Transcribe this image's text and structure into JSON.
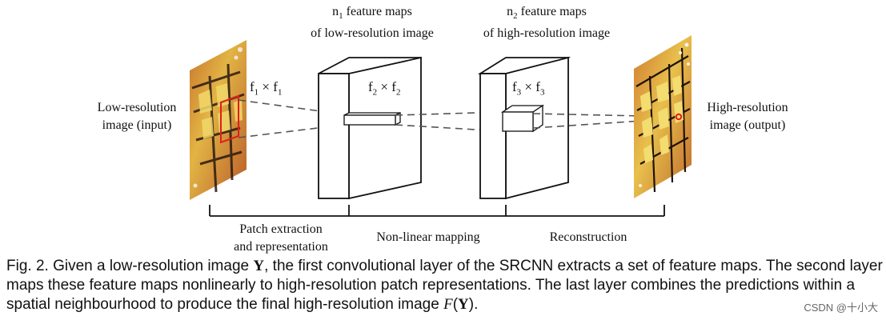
{
  "diagram": {
    "top_labels": {
      "n1": "n",
      "n1_sub": "1",
      "n1_text": " feature maps",
      "n1_line2": "of low-resolution image",
      "n2": "n",
      "n2_sub": "2",
      "n2_text": " feature maps",
      "n2_line2": "of high-resolution image"
    },
    "filter_labels": {
      "f1": "f",
      "f1_sub": "1",
      "times": "×",
      "f2": "f",
      "f2_sub": "2",
      "f3": "f",
      "f3_sub": "3"
    },
    "input_label": {
      "line1": "Low-resolution",
      "line2": "image (input)"
    },
    "output_label": {
      "line1": "High-resolution",
      "line2": "image (output)"
    },
    "stages": {
      "patch_line1": "Patch extraction",
      "patch_line2": "and representation",
      "nonlinear": "Non-linear mapping",
      "reconstruction": "Reconstruction"
    },
    "colors": {
      "butterfly_orange": "#d98a3a",
      "butterfly_yellow": "#e6c04a",
      "butterfly_black": "#2a1a12",
      "patch_red": "#e0201a",
      "line": "#111111",
      "dash": "#555555"
    }
  },
  "caption": {
    "part1": "Fig. 2.  Given a low-resolution image ",
    "Y1": "Y",
    "part2": ", the first convolutional layer of the SRCNN extracts a set of feature maps. The second layer maps these feature maps nonlinearly to high-resolution patch representations. The last layer combines the predictions within a spatial neighbourhood to produce the final high-resolution image ",
    "F": "F",
    "open": "(",
    "Y2": "Y",
    "close": ").",
    "watermark": "CSDN @十小大"
  }
}
